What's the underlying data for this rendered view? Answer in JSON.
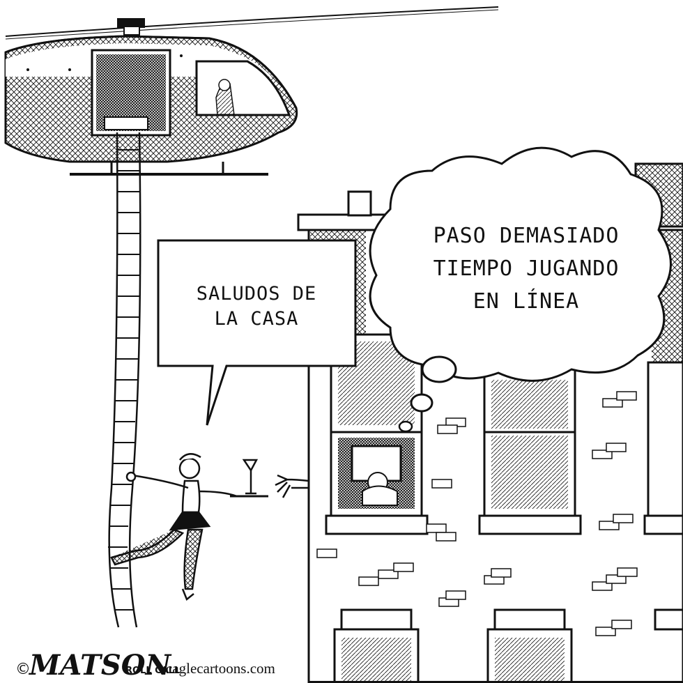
{
  "speech_bubble": {
    "line1": "SALUDOS DE",
    "line2": "LA CASA"
  },
  "thought_bubble": {
    "line1": "PASO DEMASIADO",
    "line2": "TIEMPO JUGANDO",
    "line3": "EN LÍNEA"
  },
  "credits": {
    "copyright": "©",
    "artist": "MATSON",
    "publication": "ROLL CALL",
    "website": "caglecartoons.com"
  },
  "colors": {
    "ink": "#111111",
    "paper": "#ffffff"
  }
}
